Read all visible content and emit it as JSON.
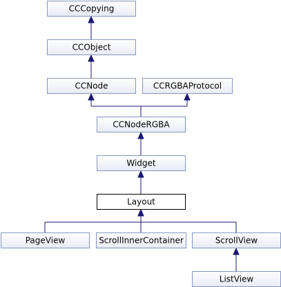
{
  "diagram": {
    "nodes": [
      {
        "id": "cccopying",
        "label": "CCCopying",
        "highlight": false
      },
      {
        "id": "ccobject",
        "label": "CCObject",
        "highlight": false
      },
      {
        "id": "ccnode",
        "label": "CCNode",
        "highlight": false
      },
      {
        "id": "ccrgbaprotocol",
        "label": "CCRGBAProtocol",
        "highlight": false
      },
      {
        "id": "ccnodergba",
        "label": "CCNodeRGBA",
        "highlight": false
      },
      {
        "id": "widget",
        "label": "Widget",
        "highlight": false
      },
      {
        "id": "layout",
        "label": "Layout",
        "highlight": true
      },
      {
        "id": "pageview",
        "label": "PageView",
        "highlight": false
      },
      {
        "id": "scrollinnercontainer",
        "label": "ScrollInnerContainer",
        "highlight": false
      },
      {
        "id": "scrollview",
        "label": "ScrollView",
        "highlight": false
      },
      {
        "id": "listview",
        "label": "ListView",
        "highlight": false
      }
    ],
    "edges": [
      {
        "from": "ccobject",
        "to": "cccopying"
      },
      {
        "from": "ccnode",
        "to": "ccobject"
      },
      {
        "from": "ccnodergba",
        "to": "ccnode"
      },
      {
        "from": "ccnodergba",
        "to": "ccrgbaprotocol"
      },
      {
        "from": "widget",
        "to": "ccnodergba"
      },
      {
        "from": "layout",
        "to": "widget"
      },
      {
        "from": "pageview",
        "to": "layout"
      },
      {
        "from": "scrollinnercontainer",
        "to": "layout"
      },
      {
        "from": "scrollview",
        "to": "layout"
      },
      {
        "from": "listview",
        "to": "scrollview"
      }
    ],
    "colors": {
      "node_border": "#8495c0",
      "node_fill_top": "#ffffff",
      "node_fill_bottom": "#e8ebf5",
      "highlight_border": "#000000",
      "highlight_fill": "#ffffff",
      "edge": "#191970"
    }
  }
}
